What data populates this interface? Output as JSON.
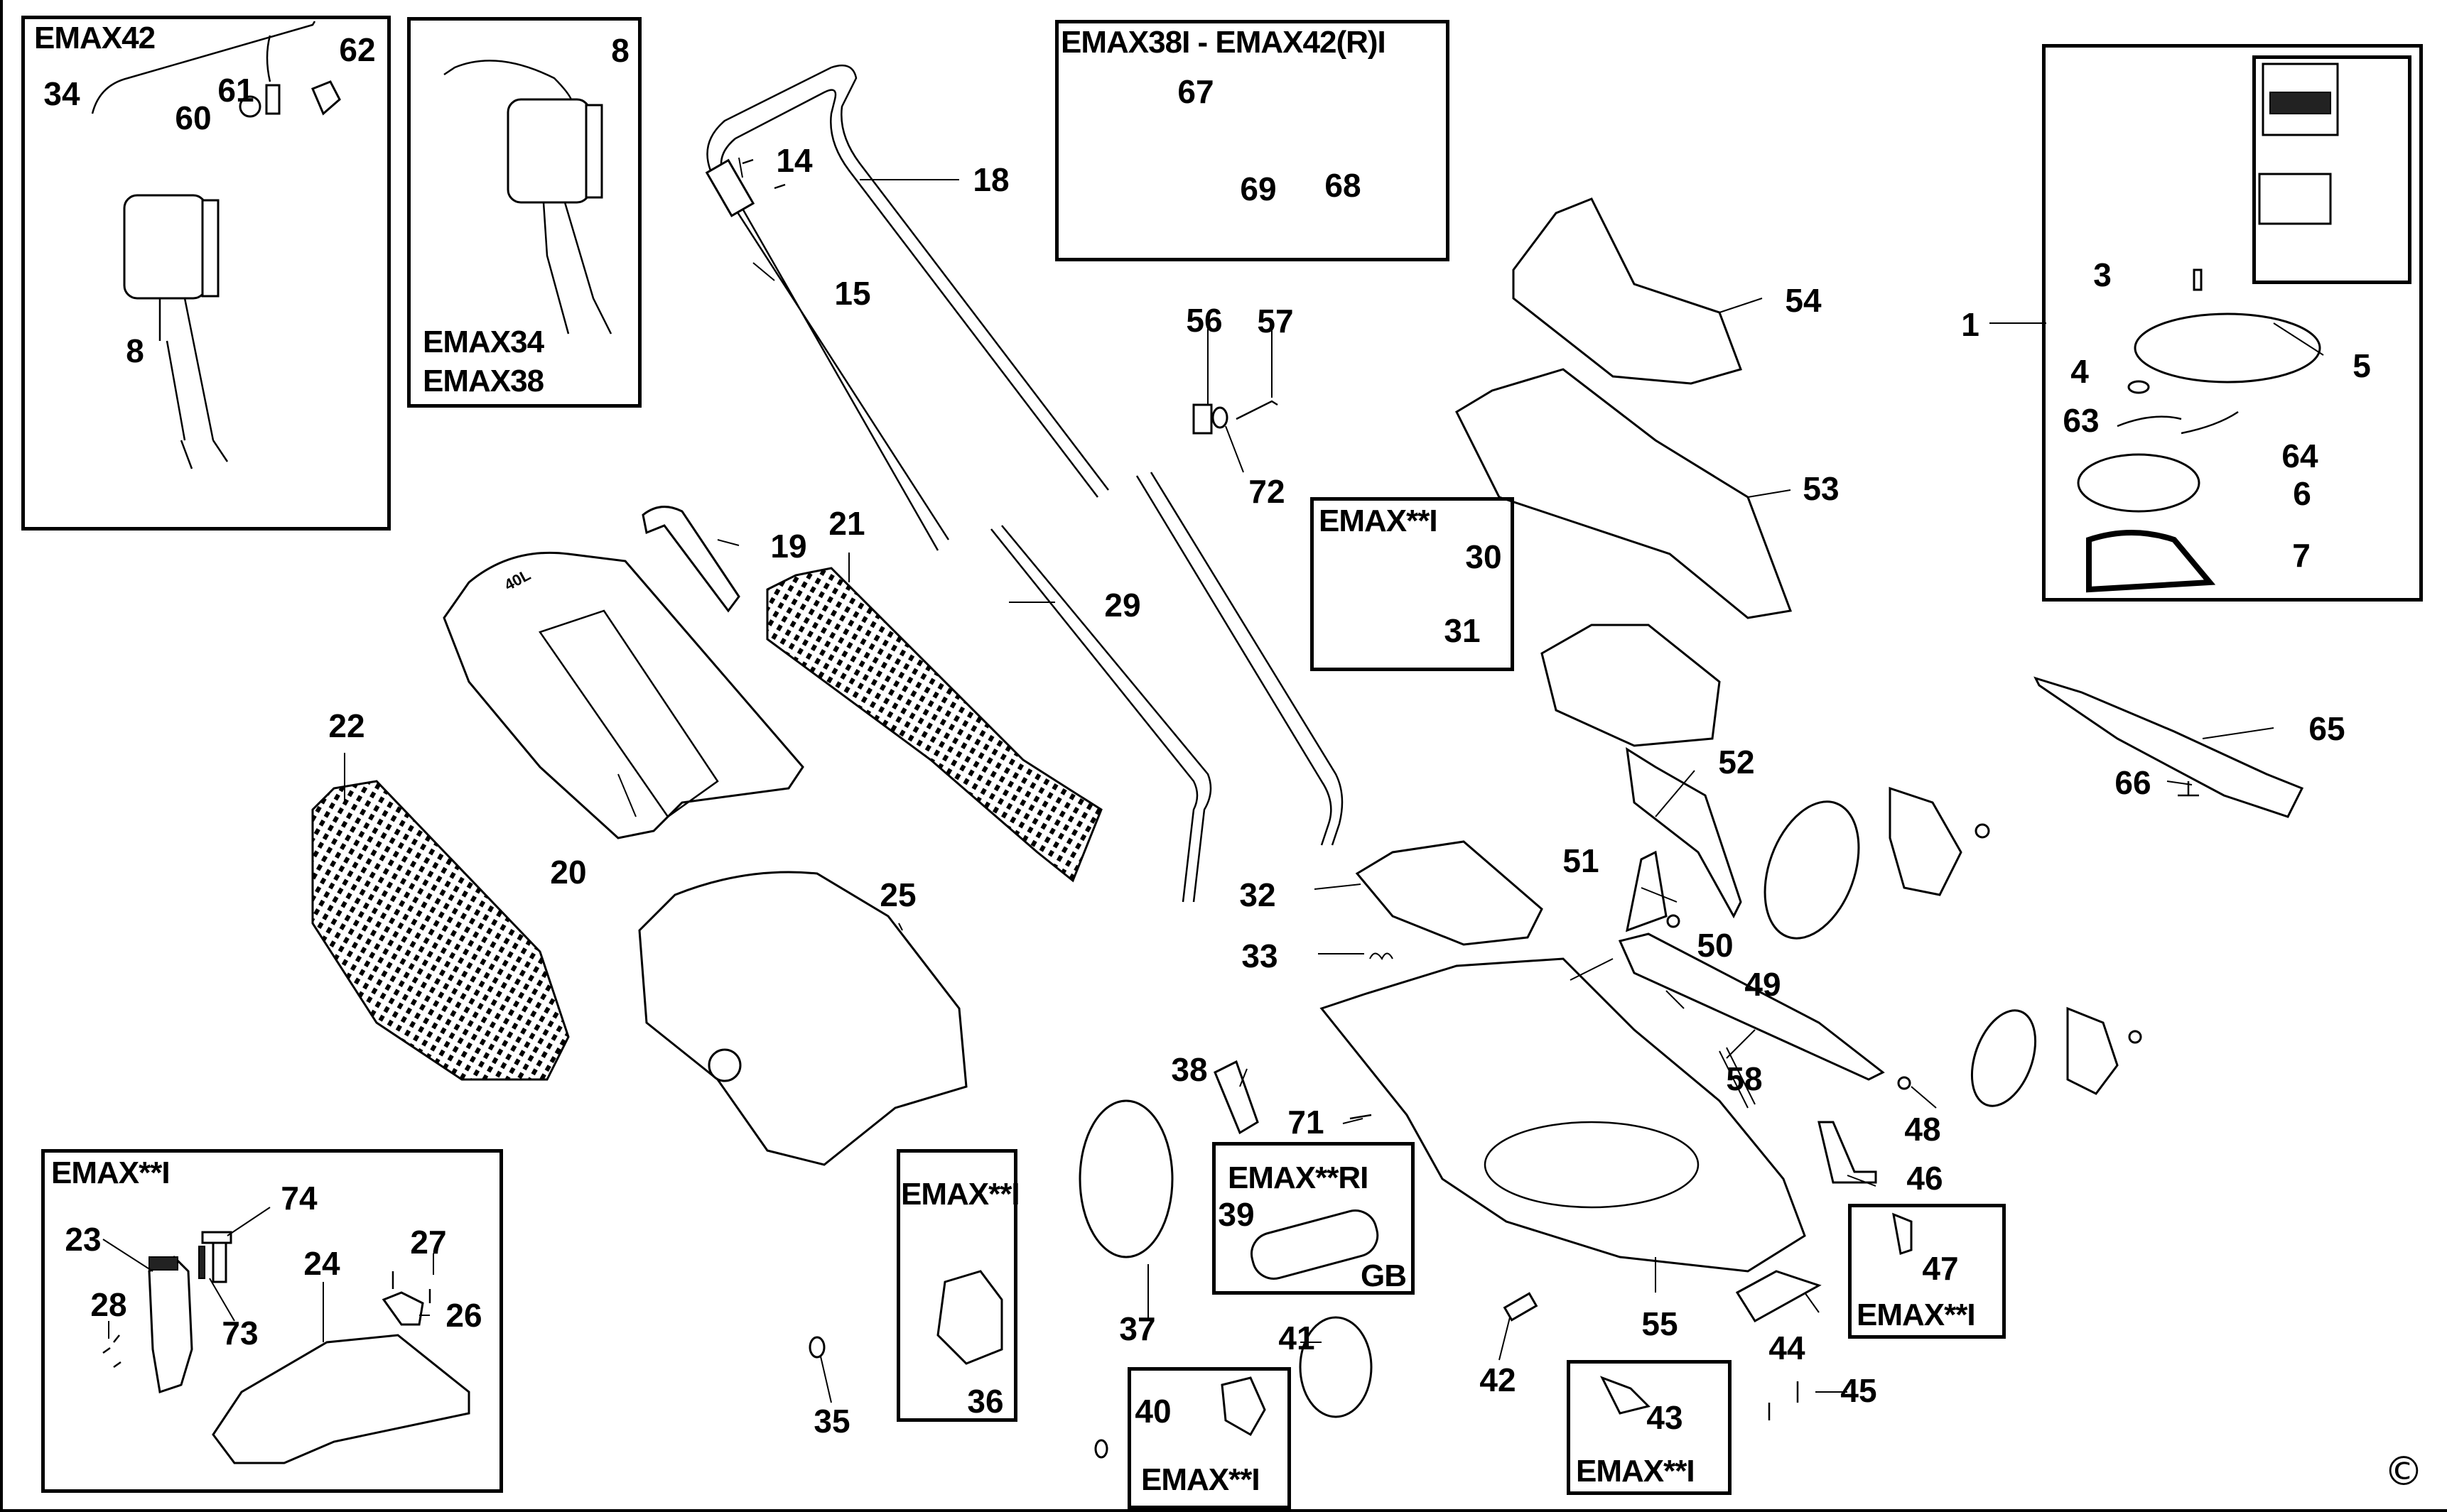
{
  "title": "Lawnmower exploded parts diagram",
  "boxes": {
    "emax42": "EMAX42",
    "emax34_38_line1": "EMAX34",
    "emax34_38_line2": "EMAX38",
    "bail_kit": "EMAX38I - EMAX42(R)I",
    "handle_knob_kit": "EMAX**I",
    "height_adjust_kit": "EMAX**I",
    "wheel_insert_36": "EMAX**I",
    "roller_kit": "EMAX**RI",
    "roller_region": "GB",
    "wheel_insert_40": "EMAX**I",
    "part_43_kit": "EMAX**I",
    "part_47_kit": "EMAX**I"
  },
  "labels": {
    "p1": "1",
    "p3": "3",
    "p4": "4",
    "p5": "5",
    "p6": "6",
    "p7": "7",
    "p8a": "8",
    "p8b": "8",
    "p14": "14",
    "p15": "15",
    "p18": "18",
    "p19": "19",
    "p20": "20",
    "p21": "21",
    "p22": "22",
    "p23": "23",
    "p24": "24",
    "p25": "25",
    "p26": "26",
    "p27": "27",
    "p28": "28",
    "p29": "29",
    "p30": "30",
    "p31": "31",
    "p32": "32",
    "p33": "33",
    "p34": "34",
    "p35": "35",
    "p36": "36",
    "p37": "37",
    "p38": "38",
    "p39": "39",
    "p40": "40",
    "p41": "41",
    "p42": "42",
    "p43": "43",
    "p44": "44",
    "p45": "45",
    "p46": "46",
    "p47": "47",
    "p48": "48",
    "p49": "49",
    "p50": "50",
    "p51": "51",
    "p52": "52",
    "p53": "53",
    "p54": "54",
    "p55": "55",
    "p56": "56",
    "p57": "57",
    "p58": "58",
    "p60": "60",
    "p61": "61",
    "p62": "62",
    "p63": "63",
    "p64": "64",
    "p65": "65",
    "p66": "66",
    "p67": "67",
    "p68": "68",
    "p69": "69",
    "p71": "71",
    "p72": "72",
    "p73": "73",
    "p74": "74"
  },
  "grassbox_marking": "40L",
  "copyright_symbol": "©"
}
